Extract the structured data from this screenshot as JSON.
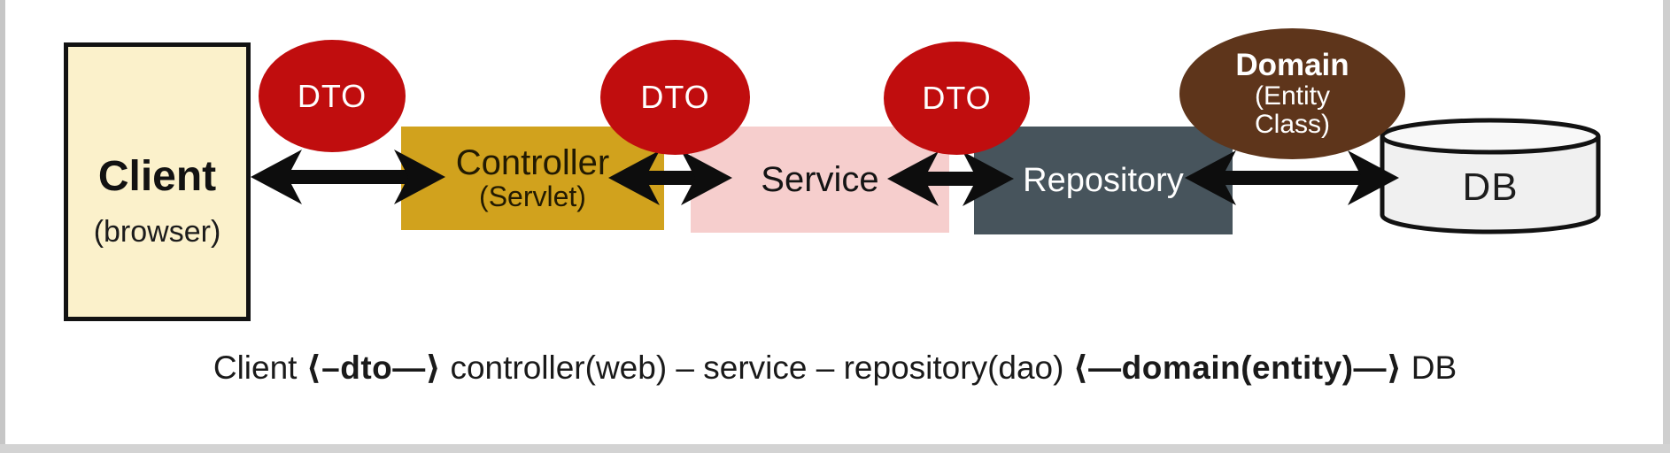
{
  "frame": {
    "background": "#ffffff",
    "edge_color": "#cccccc"
  },
  "diagram": {
    "nodes": {
      "client": {
        "title": "Client",
        "subtitle": "(browser)",
        "fill": "#FBF1CB",
        "border": "#121212"
      },
      "controller": {
        "title": "Controller",
        "subtitle": "(Servlet)",
        "fill": "#D1A21D"
      },
      "service": {
        "title": "Service",
        "fill": "#F6CECD"
      },
      "repository": {
        "title": "Repository",
        "fill": "#47545C"
      },
      "db": {
        "title": "DB",
        "fill": "#F0F0F0",
        "shape": "cylinder"
      }
    },
    "badges": {
      "dto_left": {
        "label": "DTO",
        "fill": "#C00D0E"
      },
      "dto_middle": {
        "label": "DTO",
        "fill": "#C00D0E"
      },
      "dto_right": {
        "label": "DTO",
        "fill": "#C00D0E"
      },
      "domain": {
        "line1": "Domain",
        "line2": "(Entity",
        "line3": "Class)",
        "fill": "#5E351B"
      }
    },
    "connectors": [
      {
        "from": "Client",
        "to": "Controller",
        "style": "double-arrow"
      },
      {
        "from": "Controller",
        "to": "Service",
        "style": "double-arrow"
      },
      {
        "from": "Service",
        "to": "Repository",
        "style": "double-arrow"
      },
      {
        "from": "Repository",
        "to": "DB",
        "style": "double-arrow"
      }
    ],
    "caption": {
      "part1": "Client ",
      "part2": "⟨–dto—⟩",
      "part3": " controller(web) – service – repository(dao) ",
      "part4": "⟨—domain(entity)—⟩",
      "part5": " DB"
    }
  }
}
